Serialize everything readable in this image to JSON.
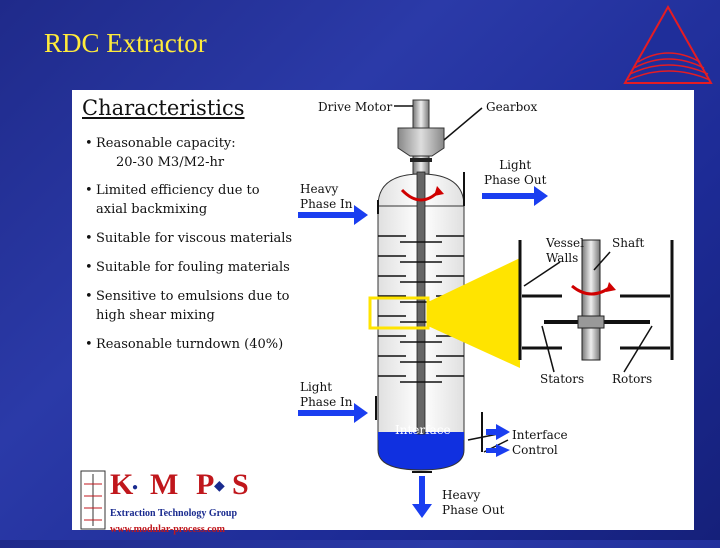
{
  "slide": {
    "title": "RDC Extractor"
  },
  "characteristics": {
    "heading": "Characteristics",
    "bullets": [
      {
        "line1": "Reasonable capacity:",
        "line2": "20-30 M3/M2-hr"
      },
      {
        "line1": "Limited efficiency due to",
        "line2": "axial backmixing"
      },
      {
        "line1": "Suitable for viscous materials",
        "line2": ""
      },
      {
        "line1": "Suitable for fouling materials",
        "line2": ""
      },
      {
        "line1": "Sensitive to emulsions due to",
        "line2": "high shear mixing"
      },
      {
        "line1": "Reasonable turndown (40%)",
        "line2": ""
      }
    ]
  },
  "diagram": {
    "drive_motor": "Drive Motor",
    "gearbox": "Gearbox",
    "light_phase_out": {
      "line1": "Light",
      "line2": "Phase Out"
    },
    "heavy_phase_in": {
      "line1": "Heavy",
      "line2": "Phase In"
    },
    "vessel_walls": {
      "line1": "Vessel",
      "line2": "Walls"
    },
    "shaft": "Shaft",
    "stators": "Stators",
    "rotors": "Rotors",
    "light_phase_in": {
      "line1": "Light",
      "line2": "Phase In"
    },
    "interface": "Interface",
    "interface_control": {
      "line1": "Interface",
      "line2": "Control"
    },
    "heavy_phase_out": {
      "line1": "Heavy",
      "line2": "Phase Out"
    }
  },
  "company": {
    "logo_k": "K",
    "logo_m": "M",
    "logo_p": "P",
    "logo_s": "S",
    "name": "Extraction Technology Group",
    "url": "www.modular-process.com"
  },
  "colors": {
    "background": "#2233a0",
    "title": "#ffeb3b",
    "arrow_blue": "#1a3ef0",
    "heavy_phase": "#1030e0",
    "highlight": "#ffe400",
    "rotor_red": "#d00000",
    "logo_red": "#c0171c",
    "logo_blue": "#1a2b8f"
  }
}
